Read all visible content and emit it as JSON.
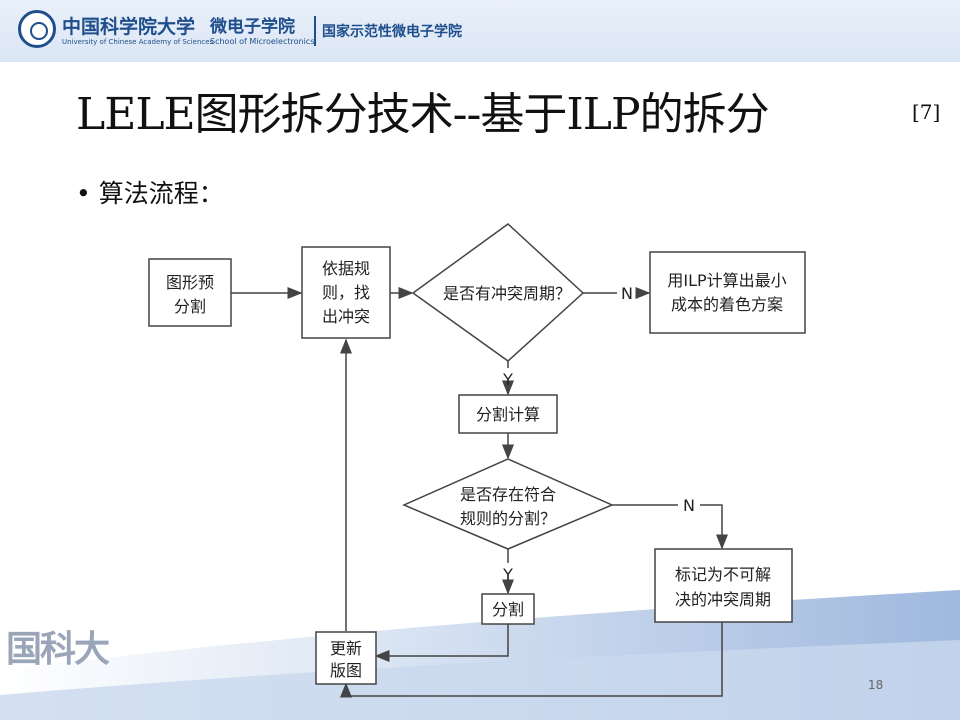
{
  "header": {
    "cas_name_cn": "中国科学院大学",
    "cas_name_en": "University of Chinese Academy of Sciences",
    "school_cn": "微电子学院",
    "school_en": "School of Microelectronics",
    "tagline": "国家示范性微电子学院"
  },
  "slide": {
    "title": "LELE图形拆分技术--基于ILP的拆分",
    "title_ref": "[7]",
    "bullet": "算法流程：",
    "watermark": "国科大",
    "page_number": "18"
  },
  "flow": {
    "pre_split": [
      "图形预",
      "分割"
    ],
    "rule_find": [
      "依据规",
      "则，找",
      "出冲突"
    ],
    "has_cycle": "是否有冲突周期？",
    "ilp_color": [
      "用ILP计算出最小",
      "成本的着色方案"
    ],
    "compute_split": "分割计算",
    "split_exists": [
      "是否存在符合",
      "规则的分割？"
    ],
    "split": "分割",
    "update": [
      "更新",
      "版图"
    ],
    "mark_unsolvable": [
      "标记为不可解",
      "决的冲突周期"
    ],
    "yes": "Y",
    "no": "N"
  },
  "colors": {
    "header_blue": "#1f4e8c",
    "wave_blue": "#9fb8de",
    "line": "#444444"
  }
}
